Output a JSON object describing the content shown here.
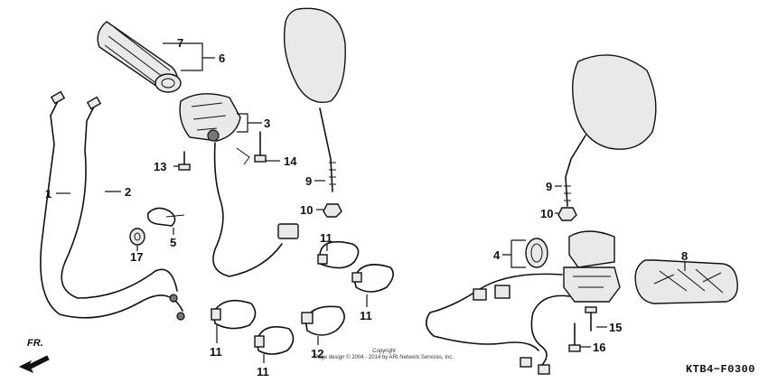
{
  "diagram": {
    "code": "KTB4−F0300",
    "front_label": "FR.",
    "copyright_line1": "Copyright",
    "copyright_line2": "Page design © 2004 - 2014 by ARI Network Services, Inc.",
    "callouts": {
      "c1": "1",
      "c2": "2",
      "c3": "3",
      "c4": "4",
      "c5": "5",
      "c6": "6",
      "c7": "7",
      "c8": "8",
      "c9a": "9",
      "c9b": "9",
      "c10a": "10",
      "c10b": "10",
      "c11a": "11",
      "c11b": "11",
      "c11c": "11",
      "c11d": "11",
      "c12": "12",
      "c13": "13",
      "c14": "14",
      "c15": "15",
      "c16": "16",
      "c17": "17"
    }
  }
}
